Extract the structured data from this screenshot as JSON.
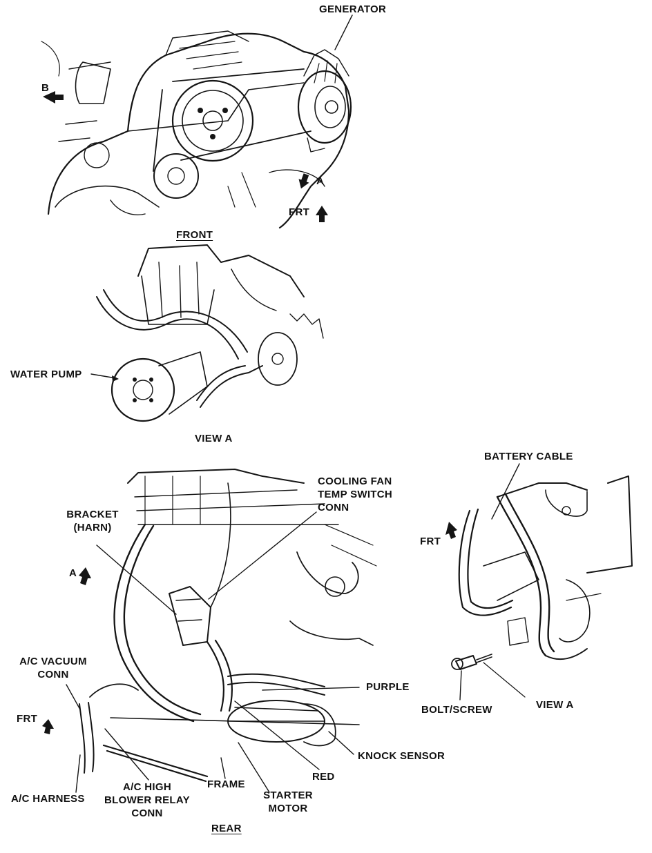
{
  "labels": {
    "generator": "GENERATOR",
    "b": "B",
    "a_top": "A",
    "frt_top": "FRT",
    "front": "FRONT",
    "water_pump": "WATER PUMP",
    "view_a_top": "VIEW A",
    "battery_cable": "BATTERY CABLE",
    "cooling_fan": [
      "COOLING FAN",
      "TEMP SWITCH",
      "CONN"
    ],
    "bracket_harn": [
      "BRACKET",
      "(HARN)"
    ],
    "a_bottom": "A",
    "frt_right": "FRT",
    "ac_vacuum_conn": [
      "A/C VACUUM",
      "CONN"
    ],
    "frt_bottom": "FRT",
    "purple": "PURPLE",
    "bolt_screw": "BOLT/SCREW",
    "view_a_right": "VIEW A",
    "knock_sensor": "KNOCK SENSOR",
    "red": "RED",
    "frame": "FRAME",
    "ac_harness": "A/C HARNESS",
    "ac_high_blower": [
      "A/C HIGH",
      "BLOWER RELAY",
      "CONN"
    ],
    "starter_motor": [
      "STARTER",
      "MOTOR"
    ],
    "rear": "REAR"
  },
  "icons": [
    "direction-arrow-icon"
  ]
}
